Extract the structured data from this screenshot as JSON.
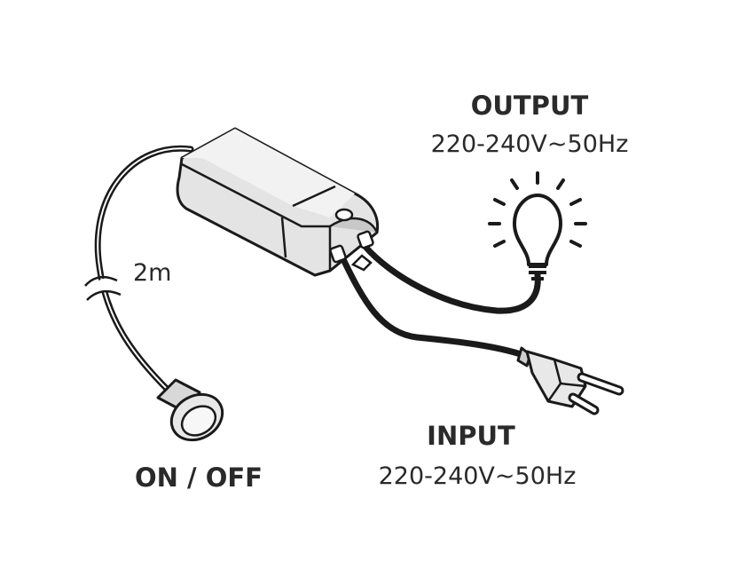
{
  "output": {
    "title": "OUTPUT",
    "spec": "220-240V~50Hz"
  },
  "input": {
    "title": "INPUT",
    "spec": "220-240V~50Hz"
  },
  "switch": {
    "label": "ON / OFF"
  },
  "cable": {
    "length_label": "2m"
  },
  "colors": {
    "line": "#1a1a1a",
    "body_fill": "#e4e4e4",
    "body_shade": "#c8c8c8",
    "text": "#2a2a2a"
  },
  "icons": [
    "light-bulb-icon",
    "euro-plug-icon",
    "push-button-switch-icon",
    "driver-box-icon"
  ]
}
